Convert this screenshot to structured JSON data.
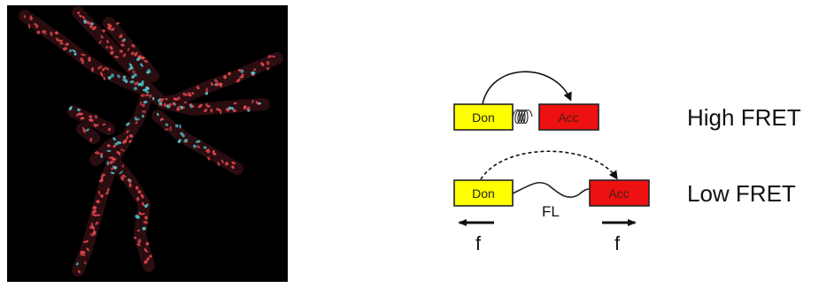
{
  "high_fret": {
    "donor_label": "Don",
    "acceptor_label": "Acc",
    "state_label": "High FRET"
  },
  "low_fret": {
    "donor_label": "Don",
    "acceptor_label": "Acc",
    "state_label": "Low FRET",
    "linker_label": "FL",
    "force_left_label": "f",
    "force_right_label": "f"
  },
  "colors": {
    "donor": "#ffff00",
    "acceptor": "#ee1111",
    "micrograph_background": "#000000",
    "nucleus_red": "#e0474c",
    "nucleus_cyan": "#4fc1c8"
  },
  "icons": {
    "micrograph": "fluorescence-micrograph-image"
  }
}
